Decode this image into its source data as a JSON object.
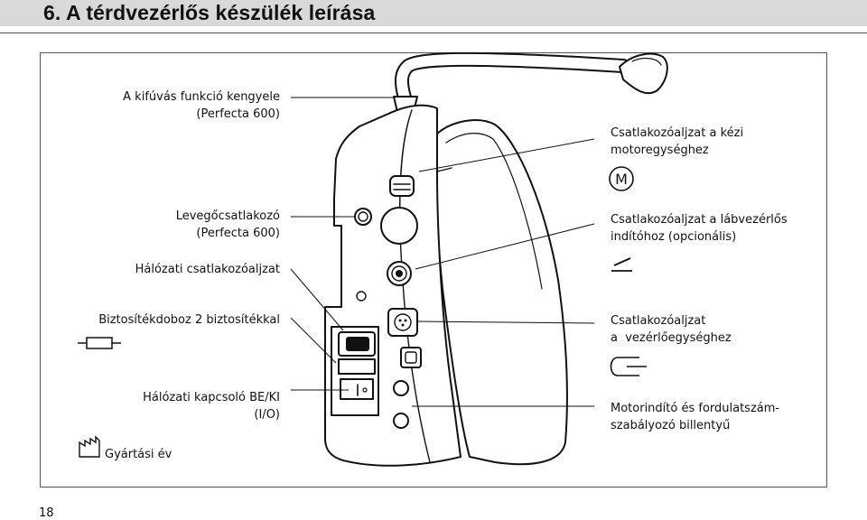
{
  "header": {
    "title": "6. A térdvezérlős készülék leírása"
  },
  "labels": {
    "spittoon_bracket_line1": "A kifúvás funkció kengyele",
    "spittoon_bracket_line2": "(Perfecta 600)",
    "air_connector_line1": "Levegőcsatlakozó",
    "air_connector_line2": "(Perfecta 600)",
    "mains_socket": "Hálózati csatlakozóaljzat",
    "fuse_box": "Biztosítékdoboz 2 biztosítékkal",
    "power_switch_line1": "Hálózati kapcsoló BE/KI",
    "power_switch_line2": "(I/O)",
    "manufacture_year": "Gyártási év",
    "motor_socket_line1": "Csatlakozóaljzat a kézi",
    "motor_socket_line2": "motoregységhez",
    "motor_symbol": "M",
    "foot_socket_line1": "Csatlakozóaljzat a lábvezérlős",
    "foot_socket_line2": "indítóhoz (opcionális)",
    "control_socket_line1": "Csatlakozóaljzat",
    "control_socket_line2": "a  vezérlőegységhez",
    "motor_start_line1": "Motorindító és fordulatszám-",
    "motor_start_line2": "szabályozó billentyű"
  },
  "icons": {
    "motor": "motor-symbol-icon",
    "foot_pedal": "foot-pedal-icon",
    "control_unit": "control-unit-icon",
    "fuse": "fuse-icon",
    "factory": "factory-icon"
  },
  "footer": {
    "page_number": "18"
  }
}
